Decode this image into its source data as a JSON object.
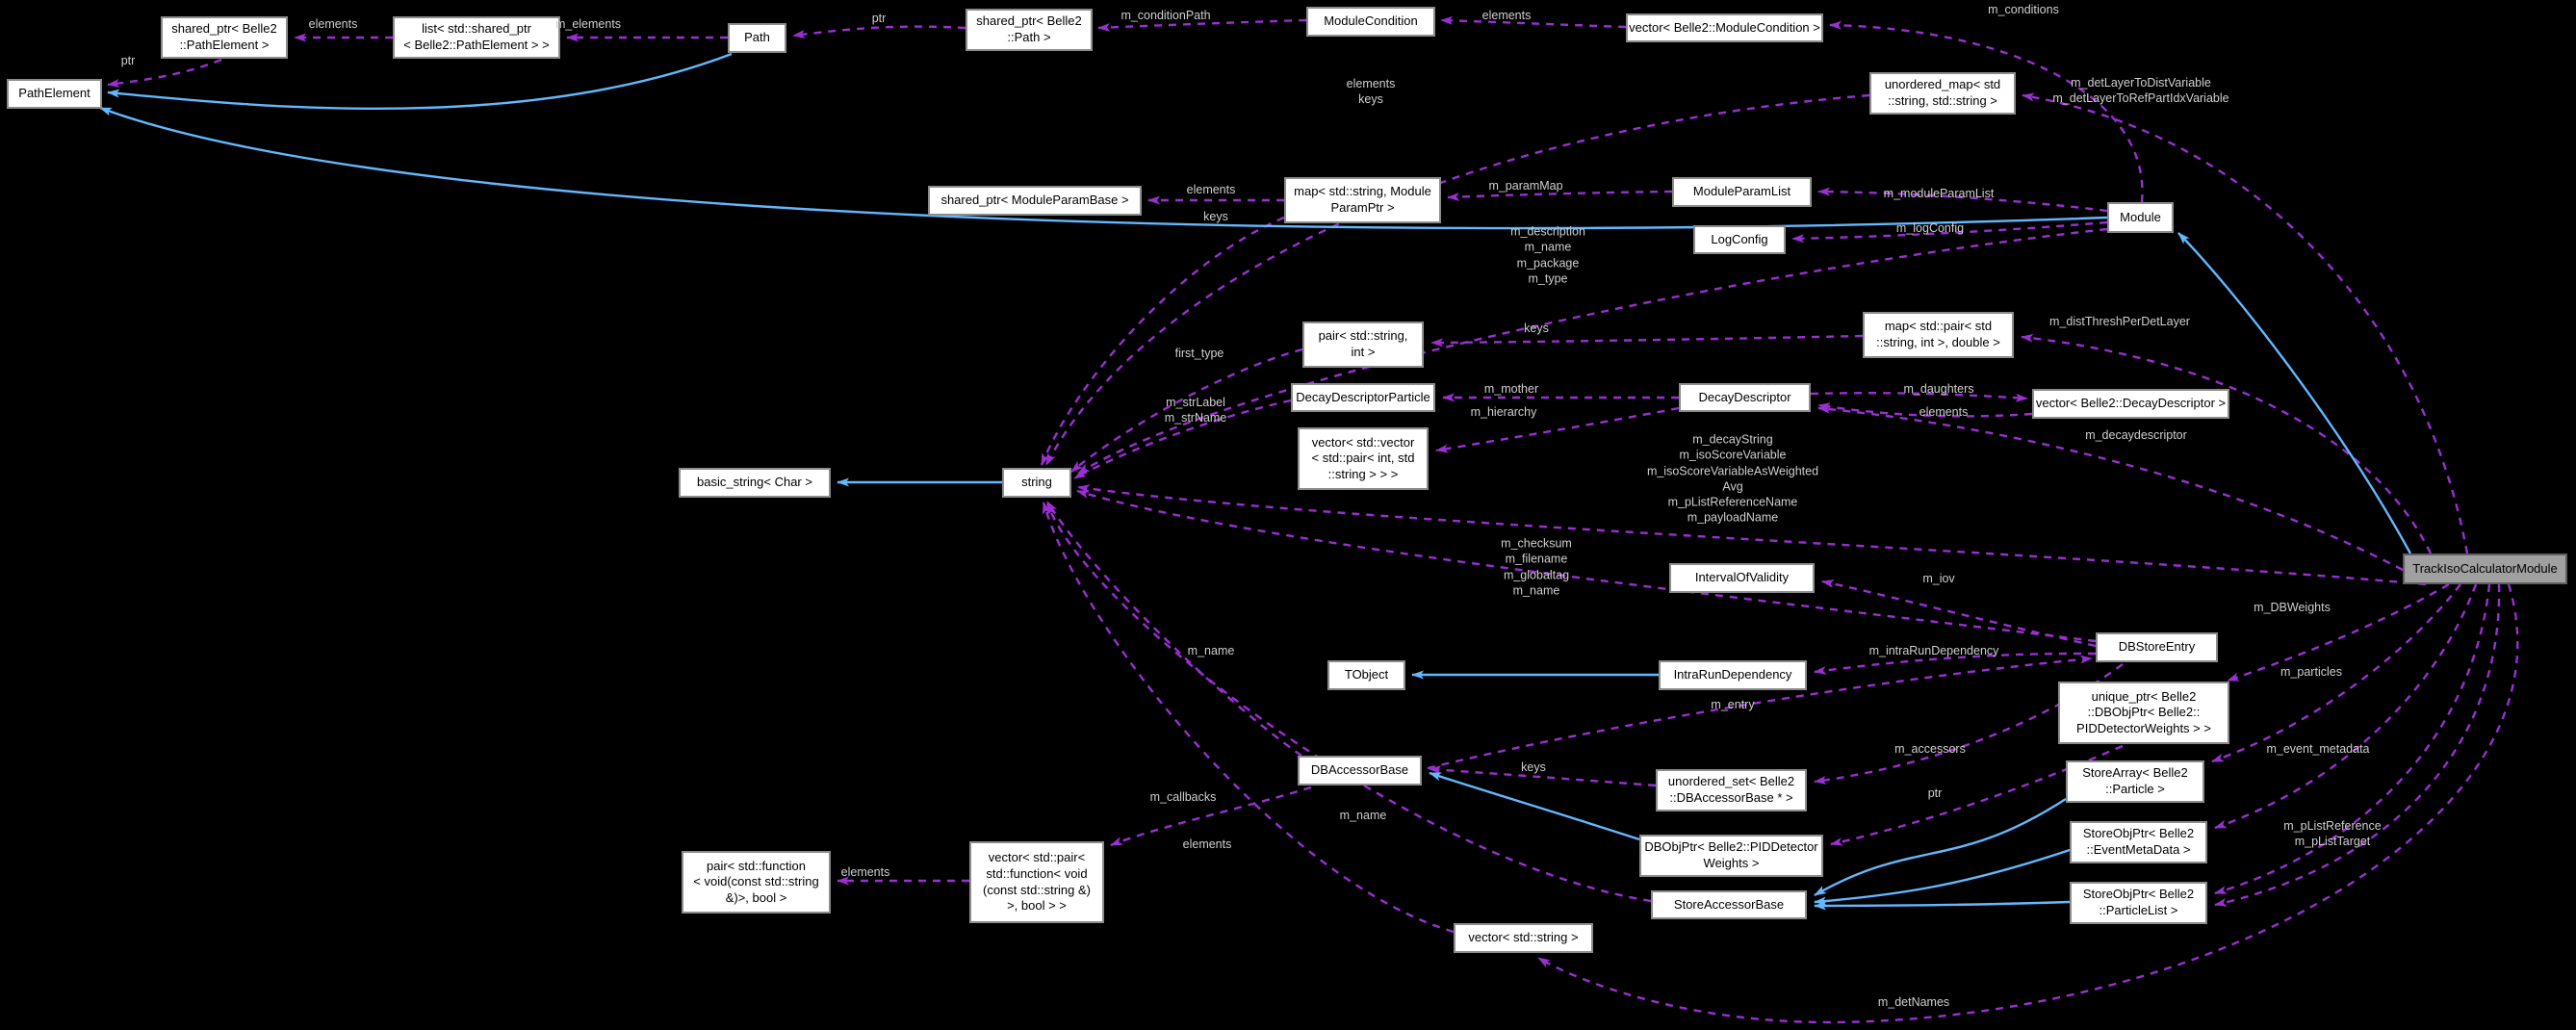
{
  "diagram": {
    "title": "TrackIsoCalculatorModule collaboration graph",
    "colors": {
      "background": "#000000",
      "node_background": "#ffffff",
      "node_border": "#8c8c8c",
      "main_node_background": "#a0a0a0",
      "dashed_edge": "#9a2fd2",
      "inheritance_edge": "#63b8ff",
      "edge_label_text": "#cfcfcf"
    },
    "nodes": [
      {
        "label": "shared_ptr< Belle2\n::PathElement >"
      },
      {
        "label": "list< std::shared_ptr\n< Belle2::PathElement > >"
      },
      {
        "label": "Path"
      },
      {
        "label": "PathElement"
      },
      {
        "label": "shared_ptr< Belle2\n::Path >"
      },
      {
        "label": "ModuleCondition"
      },
      {
        "label": "vector< Belle2::ModuleCondition >"
      },
      {
        "label": "unordered_map< std\n::string, std::string >"
      },
      {
        "label": "shared_ptr< ModuleParamBase >"
      },
      {
        "label": "map< std::string, Module\nParamPtr >"
      },
      {
        "label": "ModuleParamList"
      },
      {
        "label": "LogConfig"
      },
      {
        "label": "Module"
      },
      {
        "label": "pair< std::string,\nint >"
      },
      {
        "label": "map< std::pair< std\n::string, int >, double >"
      },
      {
        "label": "DecayDescriptorParticle"
      },
      {
        "label": "DecayDescriptor"
      },
      {
        "label": "vector< Belle2::DecayDescriptor >"
      },
      {
        "label": "vector< std::vector\n< std::pair< int, std\n::string > > >"
      },
      {
        "label": "basic_string< Char >"
      },
      {
        "label": "string"
      },
      {
        "label": "IntervalOfValidity"
      },
      {
        "label": "TrackIsoCalculatorModule"
      },
      {
        "label": "DBStoreEntry"
      },
      {
        "label": "TObject"
      },
      {
        "label": "IntraRunDependency"
      },
      {
        "label": "unique_ptr< Belle2\n::DBObjPtr< Belle2::\nPIDDetectorWeights > >"
      },
      {
        "label": "DBAccessorBase"
      },
      {
        "label": "unordered_set< Belle2\n::DBAccessorBase * >"
      },
      {
        "label": "StoreArray< Belle2\n::Particle >"
      },
      {
        "label": "StoreObjPtr< Belle2\n::EventMetaData >"
      },
      {
        "label": "DBObjPtr< Belle2::PIDDetector\nWeights >"
      },
      {
        "label": "StoreAccessorBase"
      },
      {
        "label": "StoreObjPtr< Belle2\n::ParticleList >"
      },
      {
        "label": "pair< std::function\n< void(const std::string\n&)>, bool >"
      },
      {
        "label": "vector< std::pair<\nstd::function< void\n(const std::string &)\n>, bool > >"
      },
      {
        "label": "vector< std::string >"
      }
    ],
    "edge_labels": [
      {
        "text": "elements"
      },
      {
        "text": "m_elements"
      },
      {
        "text": "ptr"
      },
      {
        "text": "ptr"
      },
      {
        "text": "m_conditionPath"
      },
      {
        "text": "elements"
      },
      {
        "text": "m_conditions"
      },
      {
        "text": "elements\nkeys"
      },
      {
        "text": "m_detLayerToDistVariable\nm_detLayerToRefPartIdxVariable"
      },
      {
        "text": "elements"
      },
      {
        "text": "keys"
      },
      {
        "text": "m_paramMap"
      },
      {
        "text": "m_moduleParamList"
      },
      {
        "text": "m_logConfig"
      },
      {
        "text": "m_description\nm_name\nm_package\nm_type"
      },
      {
        "text": "keys"
      },
      {
        "text": "m_distThreshPerDetLayer"
      },
      {
        "text": "first_type"
      },
      {
        "text": "m_strLabel\nm_strName"
      },
      {
        "text": "m_mother"
      },
      {
        "text": "m_hierarchy"
      },
      {
        "text": "m_daughters"
      },
      {
        "text": "elements"
      },
      {
        "text": "m_decaydescriptor"
      },
      {
        "text": "m_decayString\nm_isoScoreVariable\nm_isoScoreVariableAsWeighted\nAvg\nm_pListReferenceName\nm_payloadName"
      },
      {
        "text": "m_checksum\nm_filename\nm_globaltag\nm_name"
      },
      {
        "text": "m_iov"
      },
      {
        "text": "m_DBWeights"
      },
      {
        "text": "m_name"
      },
      {
        "text": "m_intraRunDependency"
      },
      {
        "text": "m_particles"
      },
      {
        "text": "m_entry"
      },
      {
        "text": "m_event_metadata"
      },
      {
        "text": "m_accessors"
      },
      {
        "text": "keys"
      },
      {
        "text": "ptr"
      },
      {
        "text": "m_callbacks"
      },
      {
        "text": "m_name"
      },
      {
        "text": "elements"
      },
      {
        "text": "elements"
      },
      {
        "text": "m_pListReference\nm_pListTarget"
      },
      {
        "text": "m_detNames"
      }
    ]
  }
}
